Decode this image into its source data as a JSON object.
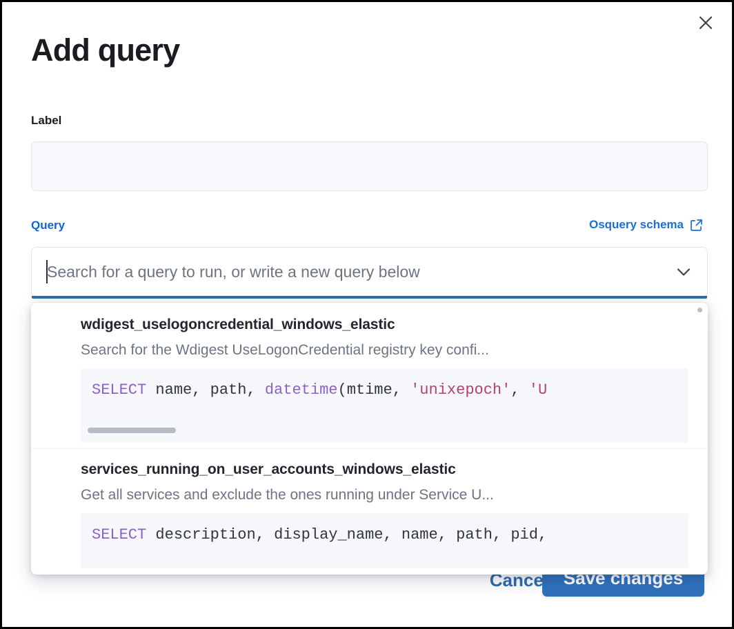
{
  "modal": {
    "title": "Add query",
    "close_icon": "close-icon"
  },
  "form": {
    "label_field": {
      "label": "Label",
      "value": "",
      "placeholder": ""
    },
    "query_field": {
      "label": "Query",
      "value": "",
      "placeholder": "Search for a query to run, or write a new query below",
      "caret_icon": "chevron-down-icon"
    },
    "schema_link": {
      "text": "Osquery schema",
      "icon": "external-link-icon"
    }
  },
  "dropdown": {
    "items": [
      {
        "title": "wdigest_uselogoncredential_windows_elastic",
        "description": "Search for the Wdigest UseLogonCredential registry key confi...",
        "code_tokens": [
          {
            "t": "SELECT",
            "c": "kw"
          },
          {
            "t": " ",
            "c": "pun"
          },
          {
            "t": "name",
            "c": "id"
          },
          {
            "t": ", ",
            "c": "pun"
          },
          {
            "t": "path",
            "c": "id"
          },
          {
            "t": ", ",
            "c": "pun"
          },
          {
            "t": "datetime",
            "c": "fn"
          },
          {
            "t": "(",
            "c": "pun"
          },
          {
            "t": "mtime",
            "c": "id"
          },
          {
            "t": ", ",
            "c": "pun"
          },
          {
            "t": "'unixepoch'",
            "c": "str"
          },
          {
            "t": ", ",
            "c": "pun"
          },
          {
            "t": "'U",
            "c": "str"
          }
        ],
        "has_scrollbar": true
      },
      {
        "title": "services_running_on_user_accounts_windows_elastic",
        "description": "Get all services and exclude the ones running under Service U...",
        "code_tokens": [
          {
            "t": "SELECT",
            "c": "kw"
          },
          {
            "t": " ",
            "c": "pun"
          },
          {
            "t": "description",
            "c": "id"
          },
          {
            "t": ", ",
            "c": "pun"
          },
          {
            "t": "display_name",
            "c": "id"
          },
          {
            "t": ", ",
            "c": "pun"
          },
          {
            "t": "name",
            "c": "id"
          },
          {
            "t": ", ",
            "c": "pun"
          },
          {
            "t": "path",
            "c": "id"
          },
          {
            "t": ", ",
            "c": "pun"
          },
          {
            "t": "pid",
            "c": "id"
          },
          {
            "t": ",",
            "c": "pun"
          }
        ],
        "has_scrollbar": false
      }
    ]
  },
  "footer": {
    "cancel_label": "Cancel",
    "save_label": "Save changes"
  },
  "colors": {
    "accent_blue": "#2f72bd",
    "link_blue": "#1a6fd4",
    "focus_underline": "#2a6cb8",
    "code_keyword": "#8a62c8",
    "code_string": "#b5426a",
    "code_bg": "#f6f7fb",
    "input_bg": "#f7f8fc"
  }
}
